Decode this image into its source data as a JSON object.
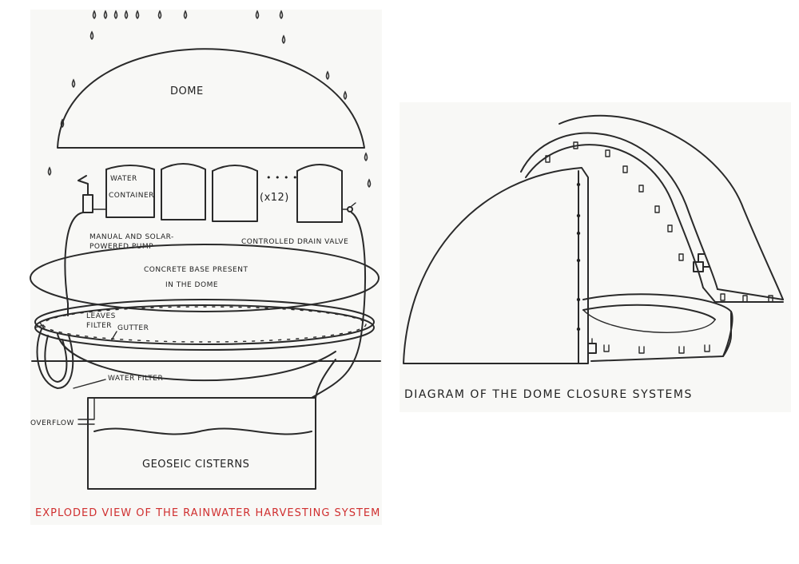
{
  "left_panel": {
    "labels": {
      "dome": "DOME",
      "water_container_line1": "WATER",
      "water_container_line2": "CONTAINER",
      "dots": "• • • •",
      "multiplier": "(x12)",
      "pump_line1": "MANUAL AND SOLAR-",
      "pump_line2": "POWERED PUMP",
      "drain_valve": "CONTROLLED DRAIN VALVE",
      "base_line1": "CONCRETE BASE PRESENT",
      "base_line2": "IN THE DOME",
      "leaves_line1": "LEAVES",
      "leaves_line2": "FILTER",
      "gutter": "GUTTER",
      "water_filter": "WATER FILTER",
      "overflow": "OVERFLOW",
      "cisterns": "GEOSEIC CISTERNS"
    },
    "caption": "EXPLODED VIEW OF THE RAINWATER HARVESTING SYSTEM",
    "colors": {
      "caption": "#d03030",
      "ink": "#2a2a2a"
    }
  },
  "right_panel": {
    "caption": "DIAGRAM OF THE DOME CLOSURE SYSTEMS"
  }
}
